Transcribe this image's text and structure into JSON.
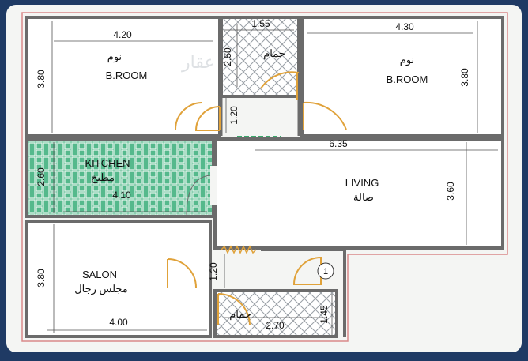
{
  "plan": {
    "rooms": {
      "bedroom_left": {
        "arabic": "نوم",
        "english": "B.ROOM"
      },
      "bedroom_right": {
        "arabic": "نوم",
        "english": "B.ROOM"
      },
      "bath_top": {
        "arabic": "حمام"
      },
      "kitchen": {
        "english": "KITCHEN",
        "arabic": "مطبخ"
      },
      "living": {
        "english": "LIVING",
        "arabic": "صالة"
      },
      "salon": {
        "english": "SALON",
        "arabic": "مجلس رجال"
      },
      "bath_bottom": {
        "arabic": "حمام"
      }
    },
    "dimensions": {
      "bedroom_left_width": "4.20",
      "bedroom_left_height": "3.80",
      "bath_top_width": "1.55",
      "bath_top_height": "2.50",
      "corridor_width": "1.20",
      "bedroom_right_width": "4.30",
      "bedroom_right_height": "3.80",
      "kitchen_height": "2.60",
      "kitchen_width": "4.10",
      "living_width": "6.35",
      "living_height": "3.60",
      "salon_height": "3.80",
      "salon_width": "4.00",
      "entrance_width": "1.20",
      "bath_bottom_width": "2.70",
      "bath_bottom_height": "1.45"
    },
    "stair_marker": "1",
    "watermark": "عقار"
  },
  "colors": {
    "background": "#1f3a64",
    "paper": "#f4f5f3",
    "wall": "#6b6b6b",
    "kitchen_fill": "#55b98c",
    "door": "#e0a23a",
    "outline": "#d98a8a"
  }
}
